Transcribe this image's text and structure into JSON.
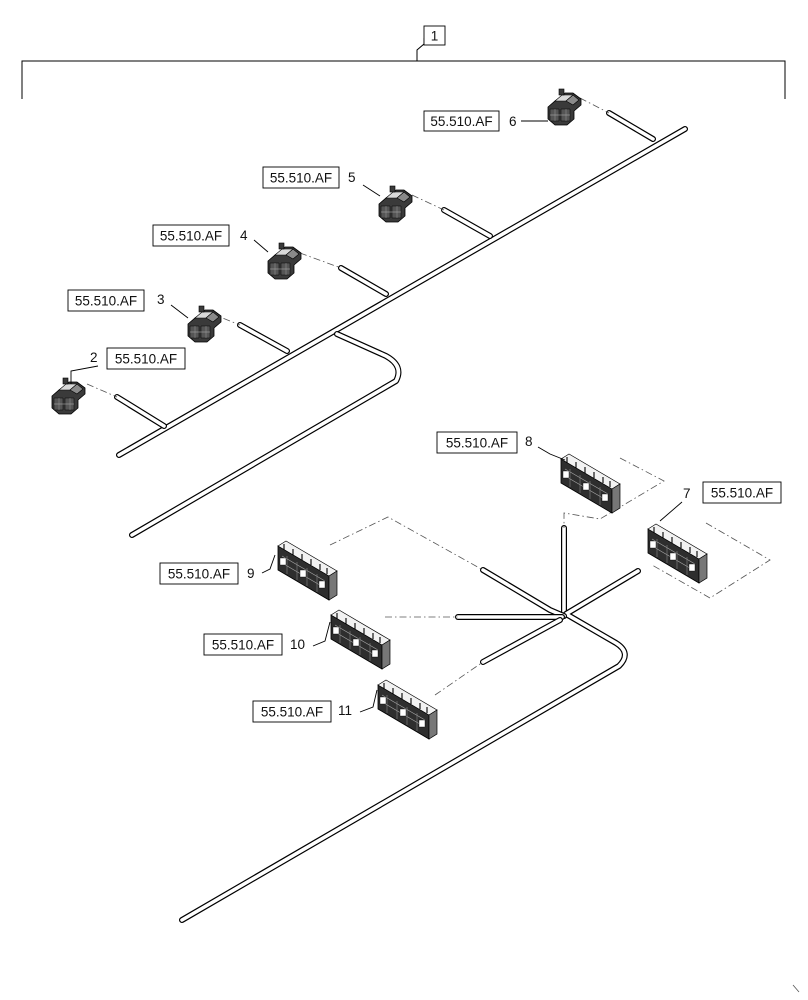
{
  "title_callout": "1",
  "callouts": [
    {
      "num": "2",
      "ref": "55.510.AF"
    },
    {
      "num": "3",
      "ref": "55.510.AF"
    },
    {
      "num": "4",
      "ref": "55.510.AF"
    },
    {
      "num": "5",
      "ref": "55.510.AF"
    },
    {
      "num": "6",
      "ref": "55.510.AF"
    },
    {
      "num": "7",
      "ref": "55.510.AF"
    },
    {
      "num": "8",
      "ref": "55.510.AF"
    },
    {
      "num": "9",
      "ref": "55.510.AF"
    },
    {
      "num": "10",
      "ref": "55.510.AF"
    },
    {
      "num": "11",
      "ref": "55.510.AF"
    }
  ]
}
